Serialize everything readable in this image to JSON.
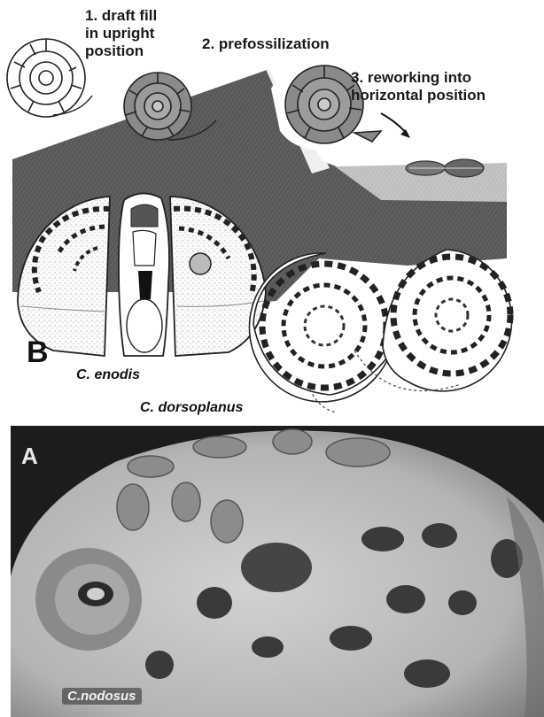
{
  "panel_b": {
    "letter": "B",
    "steps": {
      "step1": "1. draft fill\nin upright\nposition",
      "step2": "2. prefossilization",
      "step3": "3. reworking into\nhorizontal position"
    },
    "species_1": "C. enodis",
    "species_2": "C. dorsoplanus"
  },
  "panel_a": {
    "letter": "A",
    "species": "C.nodosus"
  },
  "colors": {
    "sediment_dark": "#5a5a5a",
    "sediment_light": "#b9b9b9",
    "ink": "#1a1a1a",
    "photo_dark": "#1c1c1c",
    "photo_stone": "#bdbdbd"
  }
}
